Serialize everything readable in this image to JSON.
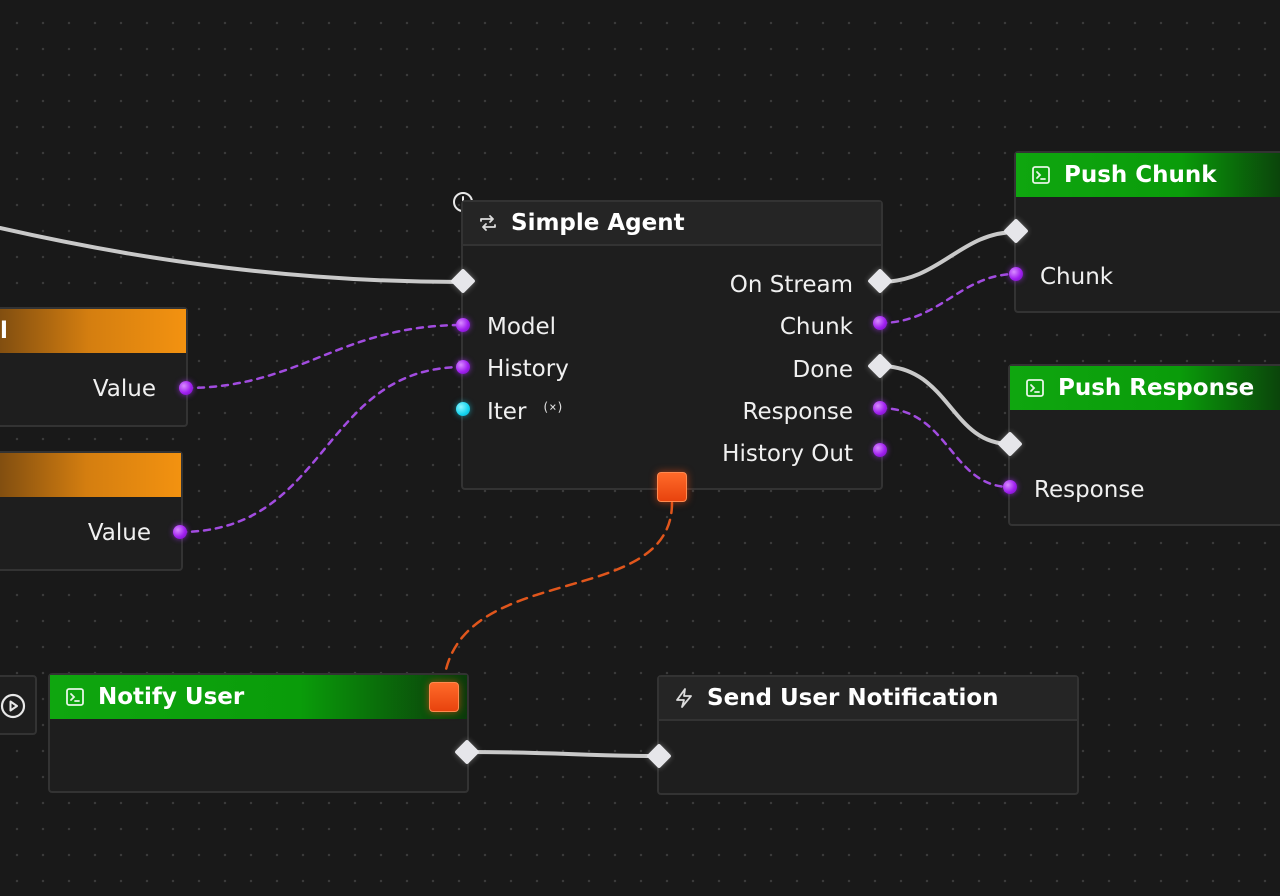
{
  "nodes": {
    "simple_agent": {
      "title": "Simple Agent",
      "inputs": [
        "Model",
        "History",
        "Iter"
      ],
      "outputs": [
        "On Stream",
        "Chunk",
        "Done",
        "Response",
        "History Out"
      ]
    },
    "push_chunk": {
      "title": "Push Chunk",
      "input_label": "Chunk"
    },
    "push_response": {
      "title": "Push Response",
      "input_label": "Response"
    },
    "value_node_1": {
      "title_fragment": "l",
      "output_label": "Value"
    },
    "value_node_2": {
      "output_label": "Value"
    },
    "notify_user": {
      "title": "Notify User"
    },
    "send_notification": {
      "title": "Send User Notification"
    }
  },
  "icons": {
    "simple_agent": "loop-icon",
    "push_chunk": "terminal-icon",
    "push_response": "terminal-icon",
    "notify_user": "terminal-icon",
    "send_notification": "lightning-icon",
    "clock": "clock-icon",
    "play": "play-icon",
    "iter_var": "variable-icon"
  },
  "colors": {
    "canvas": "#191919",
    "exec_wire": "#c9c9c9",
    "data_wire": "#a24ce0",
    "error_wire": "#e0561c",
    "header_green": "#0fa60f",
    "header_orange": "#f39210",
    "pin_purple": "#a020f0",
    "pin_cyan": "#12d4f0",
    "error_square": "#ff5a1f"
  }
}
